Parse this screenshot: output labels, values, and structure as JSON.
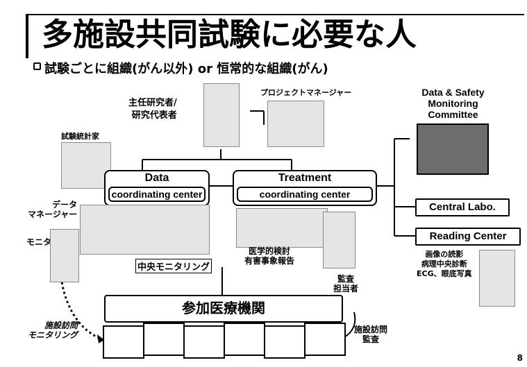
{
  "title": "多施設共同試験に必要な人",
  "subtitle": "試験ごとに組織(がん以外) or 恒常的な組織(がん)",
  "roles": {
    "principal_investigator": "主任研究者/\n研究代表者",
    "project_manager": "プロジェクトマネージャー",
    "statistician": "試験統計家",
    "data_manager": "データ\nマネージャー",
    "monitor": "モニター",
    "auditor": "監査\n担当者"
  },
  "boxes": {
    "data_center": "Data",
    "data_center_sub": "coordinating center",
    "treatment_center": "Treatment",
    "treatment_center_sub": "coordinating center",
    "dsmc": "Data & Safety\nMonitoring\nCommittee",
    "central_labo": "Central Labo.",
    "reading_center": "Reading Center",
    "participating_sites": "参加医療機関"
  },
  "notes": {
    "central_monitoring": "中央モニタリング",
    "medical_review": "医学的検討\n有害事象報告",
    "reading_center_tasks": "画像の読影\n病理中央診断\nECG、眼底写真",
    "site_visit_monitoring": "施設訪問\nモニタリング",
    "site_visit_audit": "施設訪問\n監査"
  },
  "page_number": "8"
}
